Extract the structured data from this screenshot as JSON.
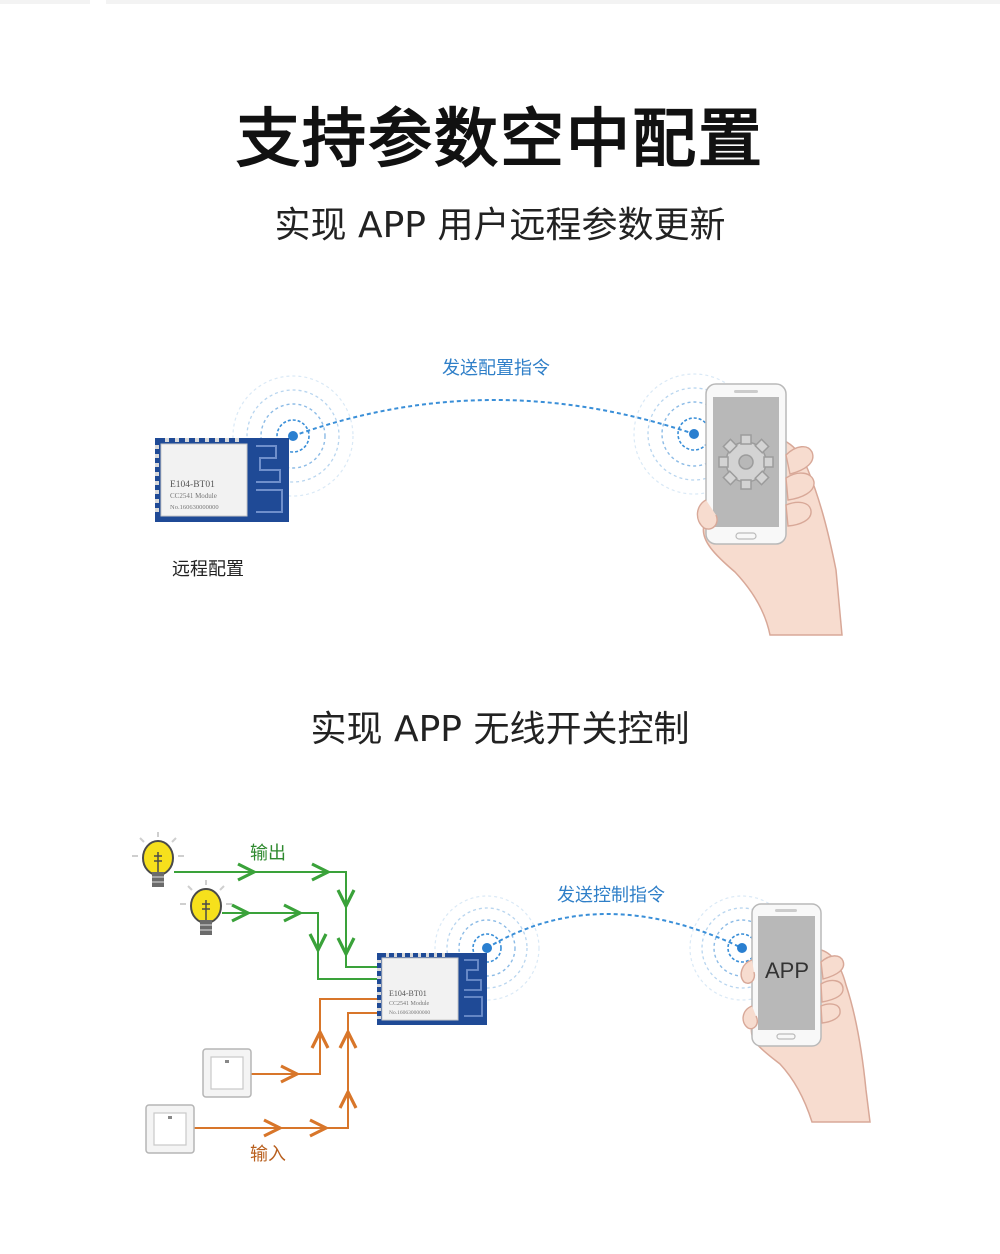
{
  "title": "支持参数空中配置",
  "section1": {
    "subtitle": "实现 APP 用户远程参数更新",
    "signal_label": "发送配置指令",
    "module_caption": "远程配置",
    "module": {
      "model": "E104-BT01",
      "desc": "CC2541 Module",
      "serial": "No.160630000000"
    },
    "phone_screen_icon": "gear-icon"
  },
  "section2": {
    "subtitle": "实现 APP 无线开关控制",
    "signal_label": "发送控制指令",
    "output_label": "输出",
    "input_label": "输入",
    "module": {
      "model": "E104-BT01",
      "desc": "CC2541 Module",
      "serial": "No.160630000000"
    },
    "phone_screen_text": "APP"
  },
  "colors": {
    "module_blue": "#1f4a96",
    "signal_blue": "#3a8fd8",
    "output_green": "#3aa23a",
    "input_orange": "#d8762a",
    "bulb_yellow": "#f6e01c"
  }
}
